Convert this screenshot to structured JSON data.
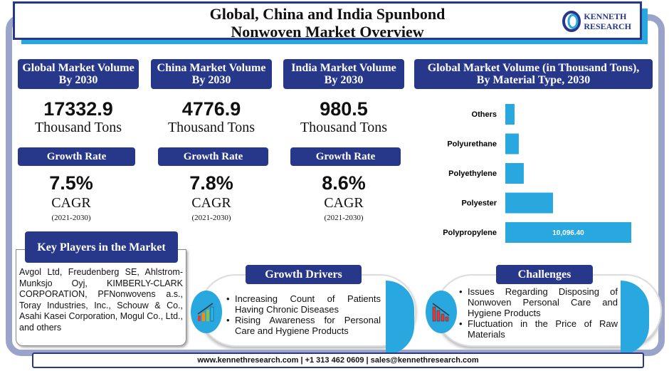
{
  "header": {
    "title_line1": "Global, China and India Spunbond",
    "title_line2": "Nonwoven Market Overview",
    "logo_line1": "KENNETH",
    "logo_line2": "RESEARCH"
  },
  "cards": [
    {
      "title": "Global Market Volume By 2030",
      "value": "17332.9",
      "unit": "Thousand Tons",
      "growth_label": "Growth Rate",
      "growth": "7.5%",
      "cagr": "CAGR",
      "period": "(2021-2030)"
    },
    {
      "title": "China Market Volume By 2030",
      "value": "4776.9",
      "unit": "Thousand Tons",
      "growth_label": "Growth Rate",
      "growth": "7.8%",
      "cagr": "CAGR",
      "period": "(2021-2030)"
    },
    {
      "title": "India Market Volume By 2030",
      "value": "980.5",
      "unit": "Thousand Tons",
      "growth_label": "Growth Rate",
      "growth": "8.6%",
      "cagr": "CAGR",
      "period": "(2021-2030)"
    }
  ],
  "chart_data": {
    "type": "bar",
    "orientation": "horizontal",
    "title": "Global Market Volume (in Thousand Tons), By Material Type, 2030",
    "categories": [
      "Others",
      "Polyurethane",
      "Polyethylene",
      "Polyester",
      "Polypropylene"
    ],
    "values": [
      740,
      1080,
      1480,
      3820,
      10096.4
    ],
    "data_labels": {
      "Polypropylene": "10,096.40"
    },
    "color": "#29a8e0",
    "unit": "Thousand Tons"
  },
  "key_players": {
    "title": "Key Players in the Market",
    "text": "Avgol Ltd, Freudenberg SE, Ahlstrom-Munksjo Oyj, KIMBERLY-CLARK CORPORATION, PFNonwovens a.s., Toray Industries, Inc., Schouw & Co., Asahi Kasei Corporation, Mogul Co., Ltd., and others"
  },
  "growth_drivers": {
    "title": "Growth Drivers",
    "items": [
      "Increasing Count of Patients Having Chronic Diseases",
      "Rising Awareness for Personal Care and Hygiene Products"
    ]
  },
  "challenges": {
    "title": "Challenges",
    "items": [
      "Issues Regarding Disposing of Nonwoven Personal Care and Hygiene Products",
      "Fluctuation in the Price of Raw Materials"
    ]
  },
  "footer": {
    "text": "www.kennethresearch.com | +1 313 462 0609 | sales@kennethresearch.com"
  }
}
